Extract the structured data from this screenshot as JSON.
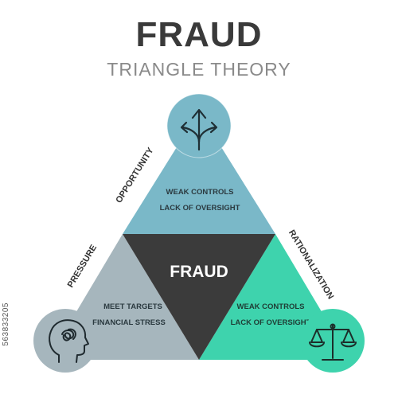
{
  "title": "FRAUD",
  "subtitle": "TRIANGLE THEORY",
  "center_label": "FRAUD",
  "sides": {
    "opportunity": {
      "label": "OPPORTUNITY",
      "line1": "WEAK CONTROLS",
      "line2": "LACK OF OVERSIGHT",
      "icon": "crossroads-arrows-icon"
    },
    "pressure": {
      "label": "PRESSURE",
      "line1": "MEET TARGETS",
      "line2": "FINANCIAL STRESS",
      "icon": "stressed-head-icon"
    },
    "rationalization": {
      "label": "RATIONALIZATION",
      "line1": "WEAK CONTROLS",
      "line2": "LACK OF OVERSIGHT",
      "icon": "balance-scale-icon"
    }
  },
  "colors": {
    "opportunity": "#7ab8c8",
    "pressure": "#a6b6bd",
    "rationalization": "#3ed3ad",
    "center": "#3b3b3b",
    "title": "#3a3a3a"
  },
  "stock_id": "563833205"
}
